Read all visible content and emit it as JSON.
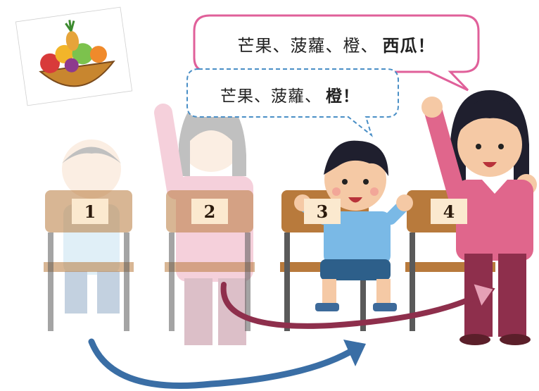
{
  "speech": {
    "main": {
      "prefix": "芒果、菠蘿、橙、",
      "emphasis": "西瓜！"
    },
    "faded": {
      "prefix": "芒果、菠蘿、",
      "emphasis": "橙！"
    }
  },
  "seats": [
    {
      "number": "1"
    },
    {
      "number": "2"
    },
    {
      "number": "3"
    },
    {
      "number": "4"
    }
  ],
  "colors": {
    "bubble_main_border": "#e0609a",
    "bubble_faded_border": "#4a8fc6",
    "arrow_blue": "#3a6ea5",
    "arrow_red": "#8e2f4c",
    "chair_wood": "#b87a3c",
    "chair_leg": "#5a5a5a",
    "teacher_sweater": "#e0668c",
    "child_shirt": "#7ab9e6"
  },
  "icons": [
    "fruit-basket-icon",
    "swap-arrow-icon"
  ]
}
